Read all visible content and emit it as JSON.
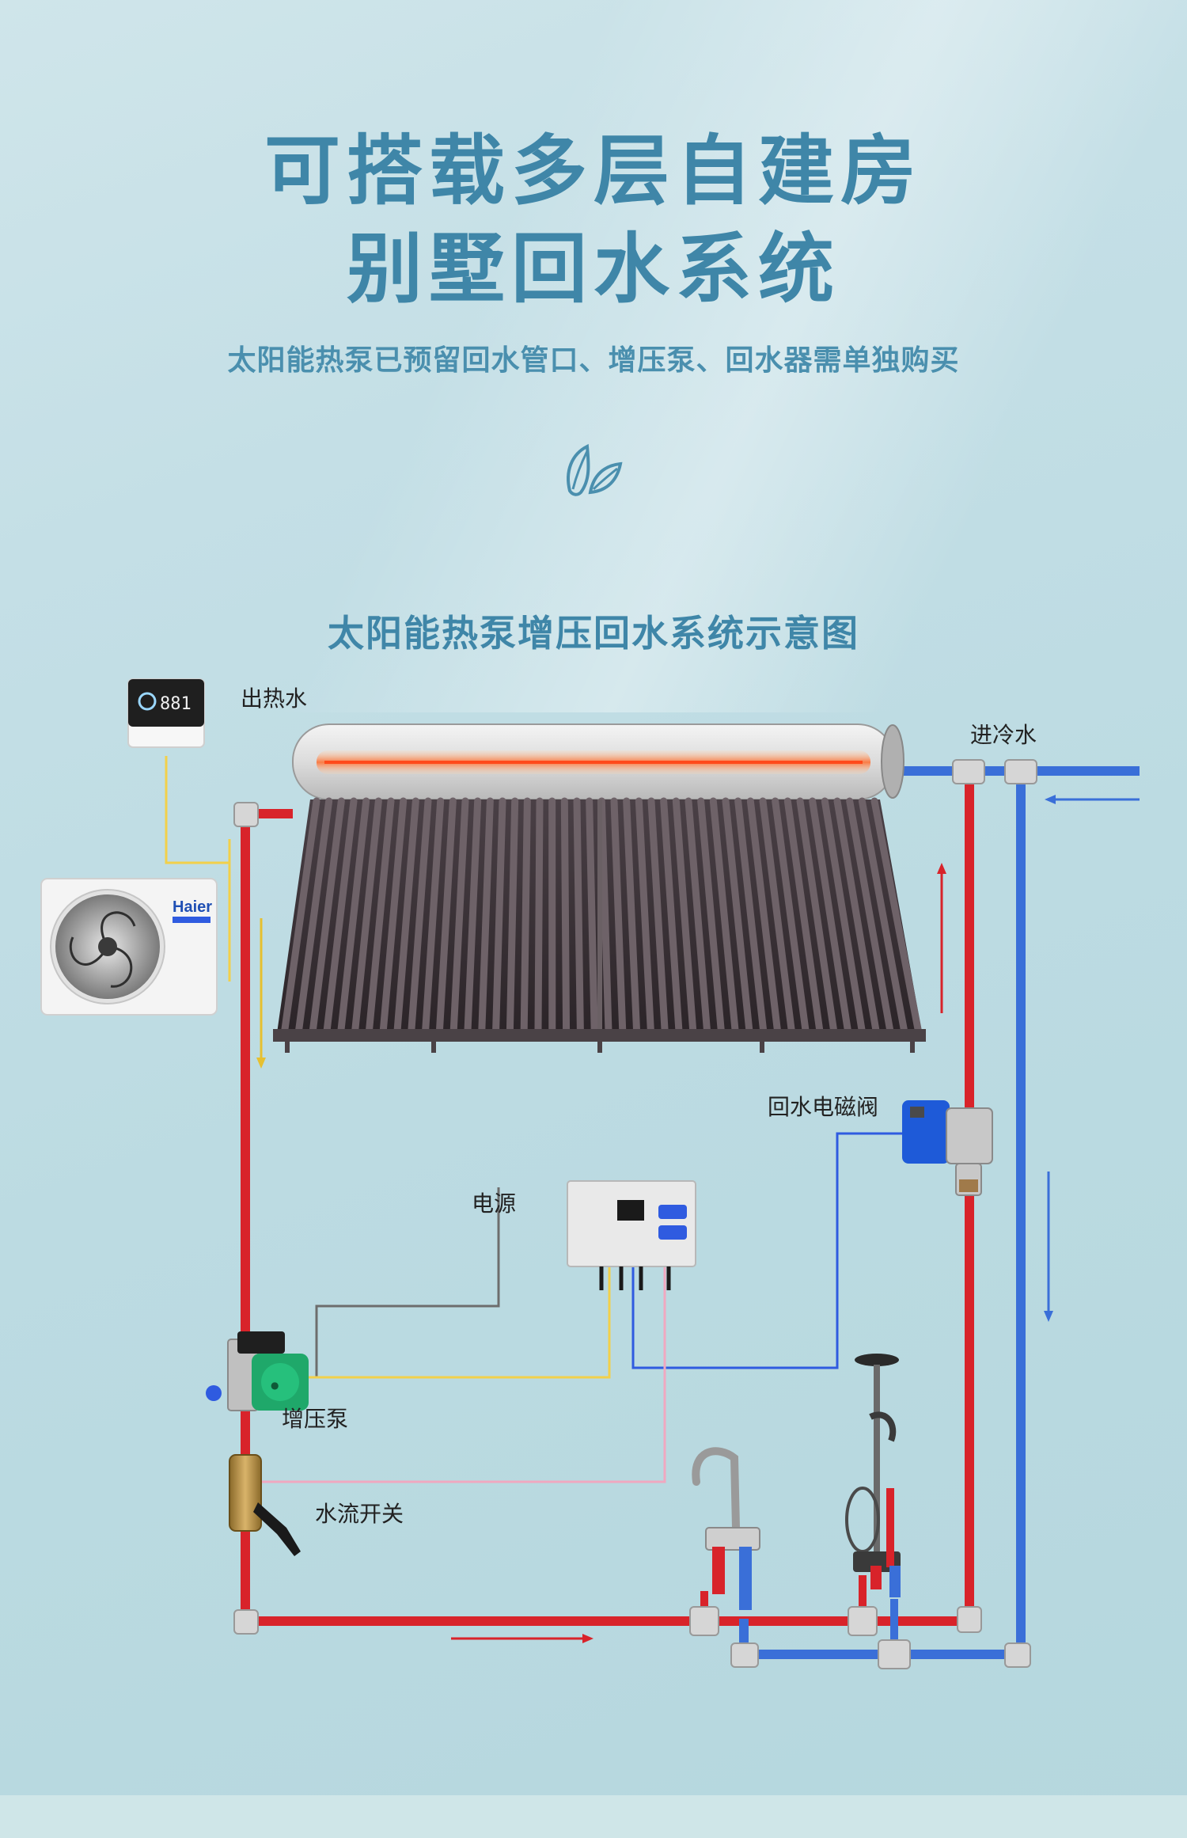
{
  "header": {
    "title_line1": "可搭载多层自建房",
    "title_line2": "别墅回水系统",
    "subtitle": "太阳能热泵已预留回水管口、增压泵、回水器需单独购买",
    "icon": "leaf-icon"
  },
  "diagram": {
    "title": "太阳能热泵增压回水系统示意图",
    "labels": {
      "hot_water_out": "出热水",
      "cold_water_in": "进冷水",
      "return_solenoid_valve": "回水电磁阀",
      "power_supply": "电源",
      "booster_pump": "增压泵",
      "water_flow_switch": "水流开关"
    },
    "brand_logo": "Haier",
    "controller_display": "881",
    "colors": {
      "hot_pipe": "#d8232a",
      "cold_pipe": "#3a6fd8",
      "signal_yellow": "#f2d04a",
      "signal_pink": "#f0a8c0",
      "signal_blue": "#2f5be0",
      "signal_gray": "#6d6d6d",
      "title_color": "#3f86a8"
    }
  }
}
